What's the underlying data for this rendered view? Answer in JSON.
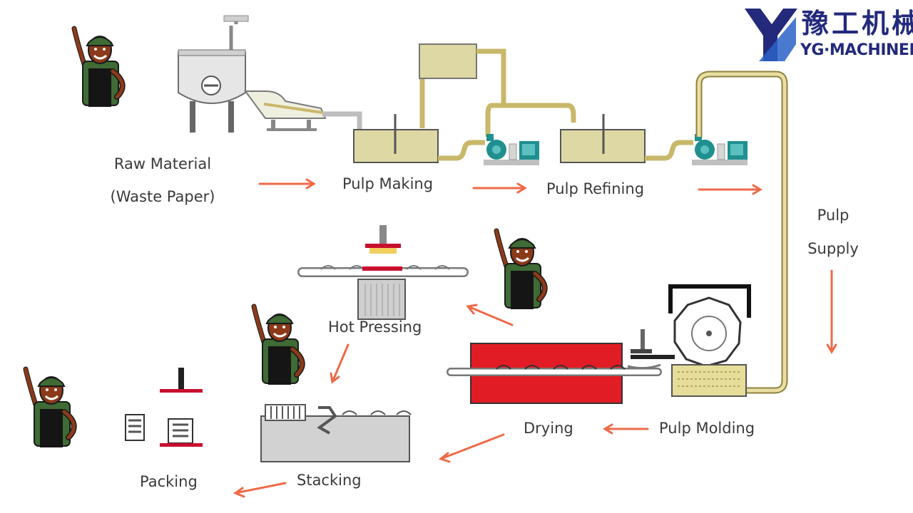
{
  "brand": {
    "name_cn": "豫工机械",
    "name_en": "YG·MACHINERY",
    "colors": {
      "primary": "#232a7c",
      "accent": "#2a63c8"
    }
  },
  "steps": {
    "raw_material_line1": "Raw Material",
    "raw_material_line2": "(Waste Paper)",
    "pulp_making": "Pulp Making",
    "pulp_refining": "Pulp Refining",
    "pulp_supply_line1": "Pulp",
    "pulp_supply_line2": "Supply",
    "hot_pressing": "Hot Pressing",
    "drying": "Drying",
    "pulp_molding": "Pulp Molding",
    "stacking": "Stacking",
    "packing": "Packing"
  },
  "colors": {
    "arrow": "#ef6a48",
    "pipe": "#c9b86a",
    "tank": "#ded9a4",
    "pump": "#1f8f8f",
    "dryer": "#e21c24",
    "press_red": "#c8102e",
    "machine_gray": "#c8c8c8"
  },
  "icons": [
    "worker-waving-icon",
    "pulper-tank-icon",
    "pump-icon",
    "dryer-icon",
    "molding-drum-icon",
    "hot-press-icon",
    "stacker-icon",
    "packed-stacks-icon",
    "flow-arrow-icon"
  ]
}
